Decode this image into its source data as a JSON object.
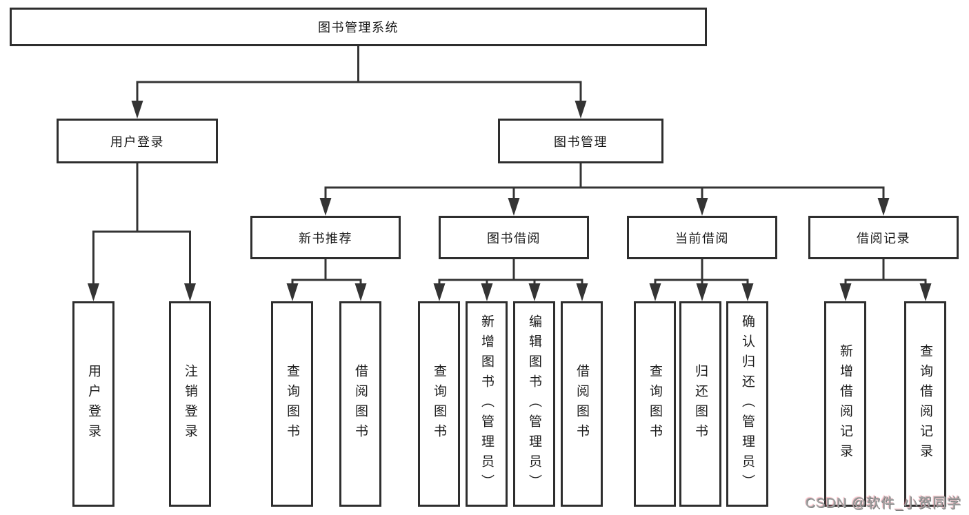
{
  "diagram": {
    "root": "图书管理系统",
    "user_login": {
      "label": "用户登录",
      "children": [
        "用户登录",
        "注销登录"
      ]
    },
    "book_management": {
      "label": "图书管理",
      "modules": [
        {
          "label": "新书推荐",
          "children": [
            "查询图书",
            "借阅图书"
          ]
        },
        {
          "label": "图书借阅",
          "children": [
            "查询图书",
            "新增图书（管理员）",
            "编辑图书（管理员）",
            "借阅图书"
          ]
        },
        {
          "label": "当前借阅",
          "children": [
            "查询图书",
            "归还图书",
            "确认归还（管理员）"
          ]
        },
        {
          "label": "借阅记录",
          "children": [
            "新增借阅记录",
            "查询借阅记录"
          ]
        }
      ]
    }
  },
  "watermark": "CSDN @软件_小贺同学",
  "colors": {
    "background": "#ffffff",
    "line": "#343434",
    "box_border": "#2e2e2e",
    "text": "#161616",
    "watermark_gray": "#a2a2a2",
    "watermark_pink": "#fa6e82"
  }
}
